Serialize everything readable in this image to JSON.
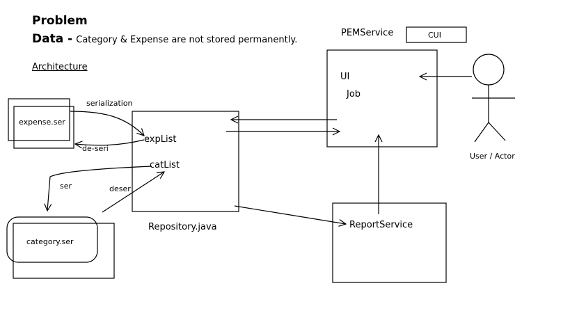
{
  "heading": {
    "title": "Problem",
    "data_label": "Data -",
    "data_text": "Category & Expense are not stored permanently.",
    "architecture": "Architecture"
  },
  "nodes": {
    "expense_file": "expense.ser",
    "category_file": "category.ser",
    "exp_list": "expList",
    "cat_list": "catList",
    "repository": "Repository.java",
    "pem_service": "PEMService",
    "cui": "CUI",
    "ui": "UI",
    "job": "Job",
    "report_service": "ReportService",
    "actor": "User / Actor"
  },
  "edges": {
    "serialization": "serialization",
    "de_seri": "de-seri",
    "ser": "ser",
    "deser": "deser"
  },
  "colors": {
    "line": "#000000",
    "background": "#ffffff"
  }
}
